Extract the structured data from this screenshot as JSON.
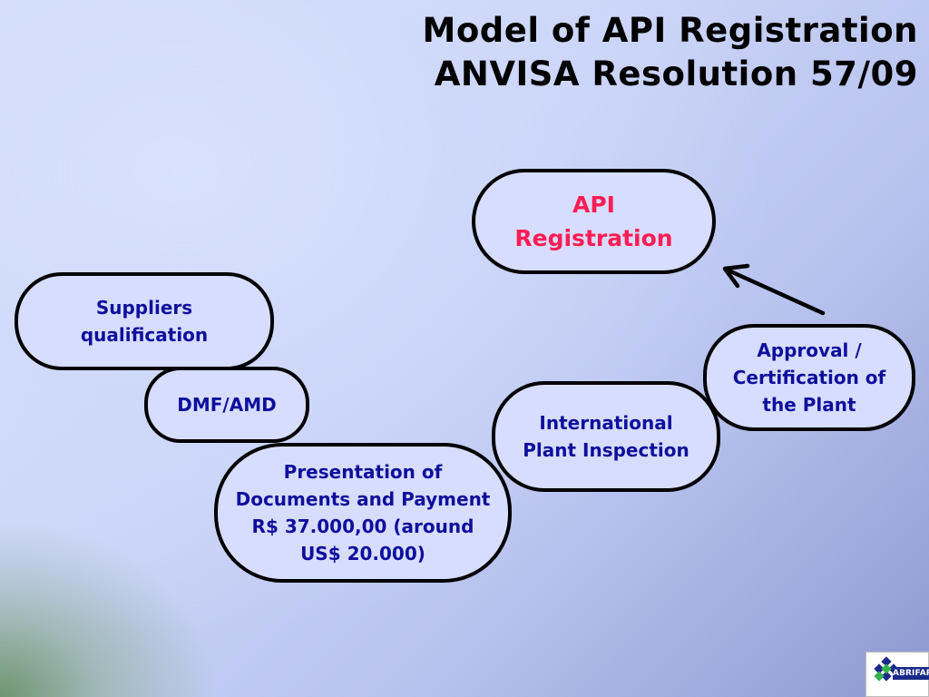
{
  "title": {
    "line1": "Model of API Registration",
    "line2": "ANVISA Resolution 57/09"
  },
  "nodes": {
    "api_registration": {
      "line1": "API",
      "line2": "Registration"
    },
    "suppliers_qualification": {
      "line1": "Suppliers",
      "line2": "qualification"
    },
    "dmf_amd": {
      "line1": "DMF/AMD"
    },
    "presentation": {
      "line1": "Presentation of",
      "line2": "Documents and Payment",
      "line3": "R$ 37.000,00 (around",
      "line4": "US$ 20.000)"
    },
    "international_inspection": {
      "line1": "International",
      "line2": "Plant Inspection"
    },
    "approval": {
      "line1": "Approval /",
      "line2": "Certification of",
      "line3": "the  Plant"
    }
  },
  "logo": {
    "text": "ABRIFAR"
  },
  "colors": {
    "title": "#000000",
    "node_text": "#0f0f9c",
    "api_text": "#ff1d54",
    "node_fill": "#d7ddff",
    "node_border": "#000000"
  }
}
